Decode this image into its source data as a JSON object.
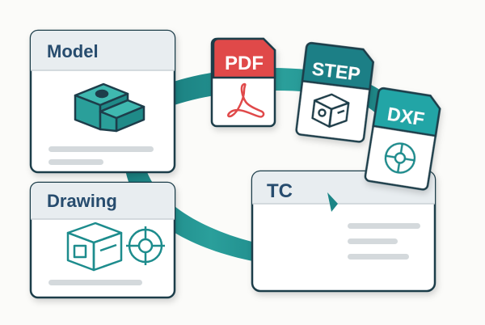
{
  "cards": {
    "model": {
      "title": "Model",
      "icon": "cad-block-icon"
    },
    "drawing": {
      "title": "Drawing",
      "icons": [
        "box-drawing-icon",
        "circle-section-icon"
      ]
    },
    "tc": {
      "title": "TC"
    }
  },
  "formats": [
    {
      "label": "PDF",
      "color": "#e0494a",
      "icon": "acrobat-icon"
    },
    {
      "label": "STEP",
      "color": "#1a7f86",
      "icon": "box-3d-icon"
    },
    {
      "label": "DXF",
      "color": "#22a5a6",
      "icon": "circle-section-icon"
    }
  ],
  "colors": {
    "teal": "#1d8c8d",
    "teal_light": "#2fb0aa",
    "outline": "#1d3d4a",
    "navy": "#274c6e",
    "red": "#e0494a",
    "card_header": "#e8edf0",
    "placeholder": "#d4d9dc"
  }
}
